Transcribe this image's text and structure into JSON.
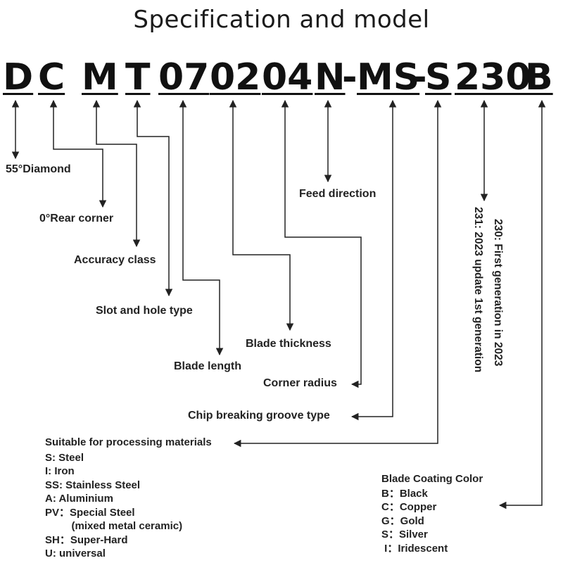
{
  "title": "Specification and model",
  "model_code": {
    "D": "D",
    "C": "C",
    "M": "M",
    "T": "T",
    "n07": "07",
    "n02": "02",
    "n04": "04",
    "N": "N",
    "dash1": "-",
    "MS": "MS",
    "dash2": "-",
    "S": "S",
    "n230": "230",
    "B": "B"
  },
  "labels": {
    "diamond": "55°Diamond",
    "rear_corner": "0°Rear corner",
    "accuracy": "Accuracy class",
    "slot_hole": "Slot and hole type",
    "blade_length": "Blade length",
    "blade_thickness": "Blade thickness",
    "corner_radius": "Corner radius",
    "feed_direction": "Feed direction",
    "chip_groove": "Chip breaking groove type",
    "gen_230": "230: First generation in 2023",
    "gen_231": "231: 2023 update 1st generation"
  },
  "materials": {
    "heading": "Suitable for processing materials",
    "items": [
      "S:    Steel",
      "I:     Iron",
      "SS:  Stainless Steel",
      "A:    Aluminium",
      "PV：Special Steel",
      "         (mixed metal ceramic)",
      "SH：Super-Hard",
      "U:   universal"
    ]
  },
  "coating": {
    "heading": "Blade Coating Color",
    "items": [
      "B：Black",
      "C：Copper",
      "G：Gold",
      "S：Silver",
      " I：Iridescent"
    ]
  }
}
